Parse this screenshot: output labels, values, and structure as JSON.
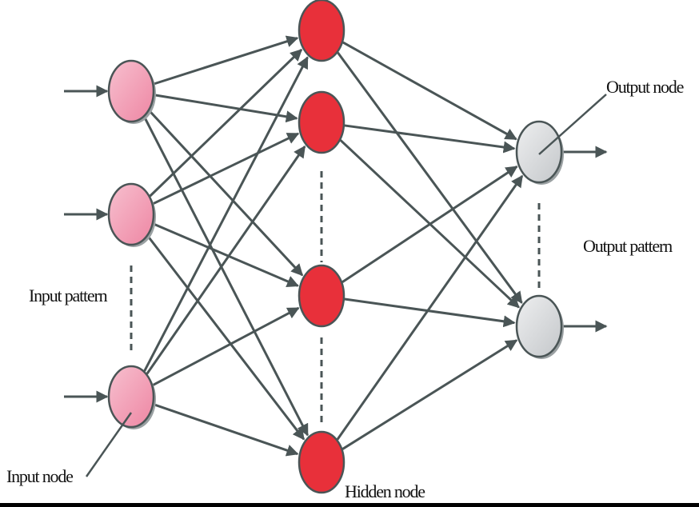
{
  "diagram": {
    "type": "feedforward-neural-network",
    "labels": {
      "input_pattern": "Input pattern",
      "input_node": "Input node",
      "hidden_node": "Hidden node",
      "output_node": "Output node",
      "output_pattern": "Output pattern"
    },
    "layers": [
      {
        "name": "input",
        "node_count_shown": 3,
        "node_color": "#f4a3b8",
        "node_color_dark": "#ef86a2",
        "has_ellipsis": true
      },
      {
        "name": "hidden",
        "node_count_shown": 4,
        "node_color": "#e8303a",
        "has_ellipsis": true
      },
      {
        "name": "output",
        "node_count_shown": 2,
        "node_color": "#e4e5e7",
        "node_color_dark": "#c3c6c9",
        "has_ellipsis": true
      }
    ],
    "connections": "fully-connected",
    "edge_color": "#4a5556",
    "node_stroke_color": "#4a5556"
  }
}
